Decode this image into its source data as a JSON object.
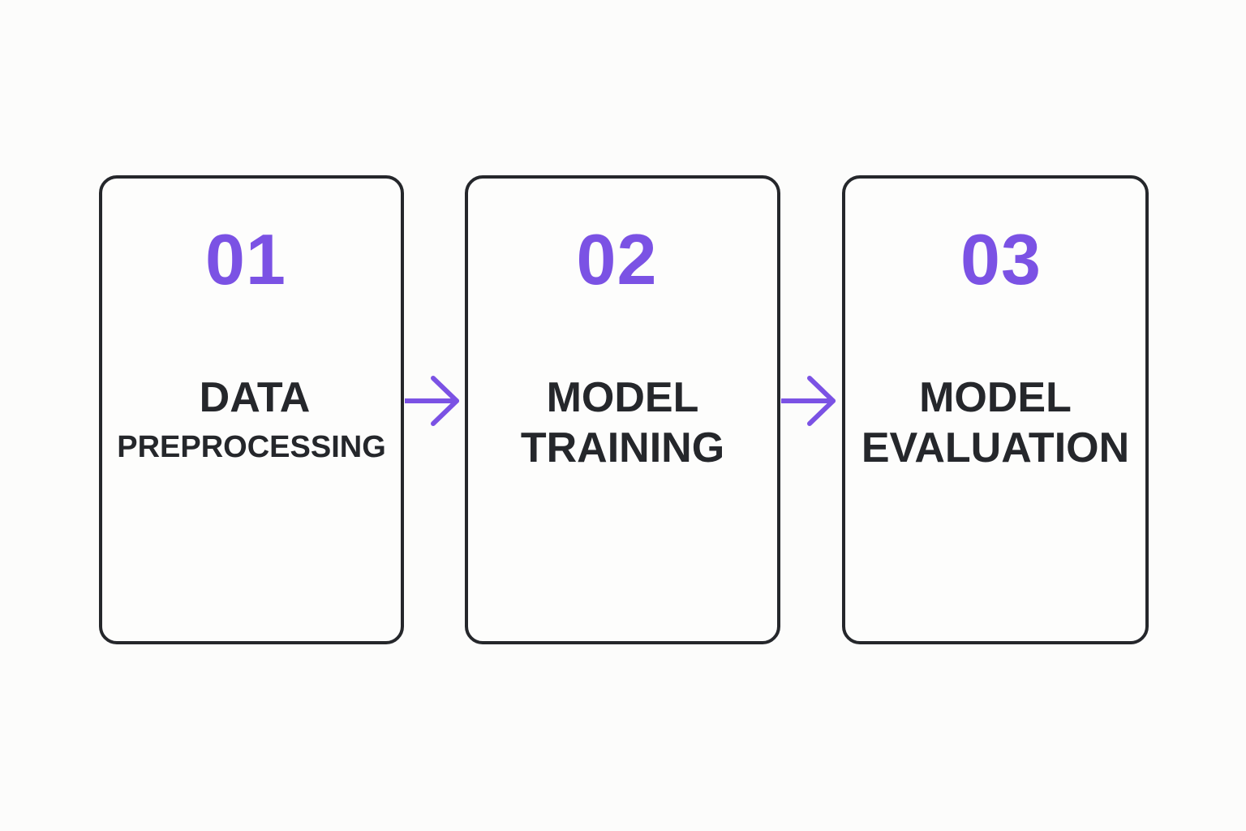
{
  "steps": [
    {
      "number": "01",
      "title_line_1": "DATA",
      "title_line_2": "PREPROCESSING"
    },
    {
      "number": "02",
      "title_line_1": "MODEL",
      "title_line_2": "TRAINING"
    },
    {
      "number": "03",
      "title_line_1": "MODEL",
      "title_line_2": "EVALUATION"
    }
  ],
  "colors": {
    "accent": "#7b52e4",
    "text": "#25272b",
    "border": "#25272b",
    "background": "#fcfcfb"
  },
  "connectors": [
    {
      "icon": "arrow-right-icon"
    },
    {
      "icon": "arrow-right-icon"
    }
  ]
}
